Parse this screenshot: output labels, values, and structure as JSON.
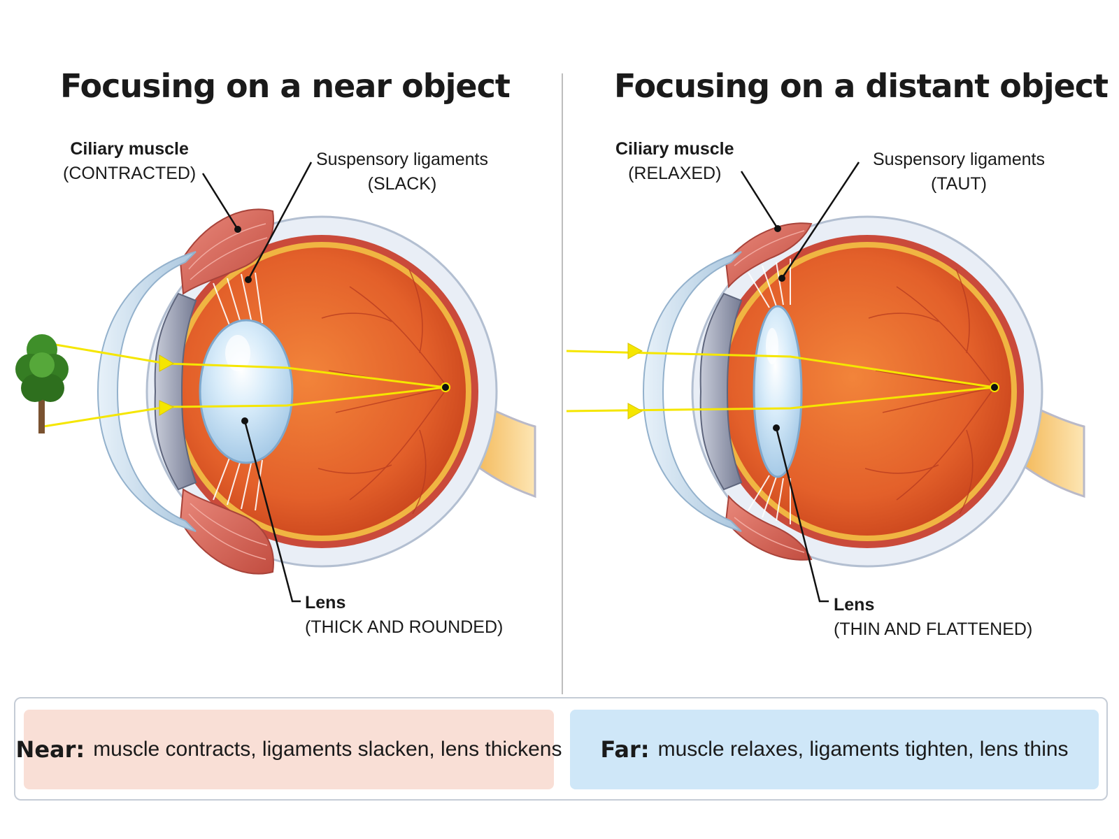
{
  "near": {
    "title": "Focusing on a near object",
    "ciliary": {
      "name": "Ciliary muscle",
      "state": "(CONTRACTED)"
    },
    "ligaments": {
      "name": "Suspensory ligaments",
      "state": "(SLACK)"
    },
    "lens": {
      "name": "Lens",
      "state": "(THICK AND ROUNDED)"
    },
    "summary": {
      "key": "Near:",
      "text": "muscle contracts, ligaments slacken, lens thickens"
    }
  },
  "far": {
    "title": "Focusing on a distant object",
    "ciliary": {
      "name": "Ciliary muscle",
      "state": "(RELAXED)"
    },
    "ligaments": {
      "name": "Suspensory ligaments",
      "state": "(TAUT)"
    },
    "lens": {
      "name": "Lens",
      "state": "(THIN AND FLATTENED)"
    },
    "summary": {
      "key": "Far:",
      "text": "muscle relaxes, ligaments tighten, lens thins"
    }
  },
  "colors": {
    "eyeball_interior": "#e8632a",
    "retina_edge": "#f0b542",
    "muscle": "#d9665a",
    "lens": "#cfe6f7",
    "light_ray": "#f5e600",
    "near_summary_bg": "#f9dfd6",
    "far_summary_bg": "#cfe7f8"
  },
  "icons": [
    "tree-icon",
    "arrow-icon"
  ]
}
